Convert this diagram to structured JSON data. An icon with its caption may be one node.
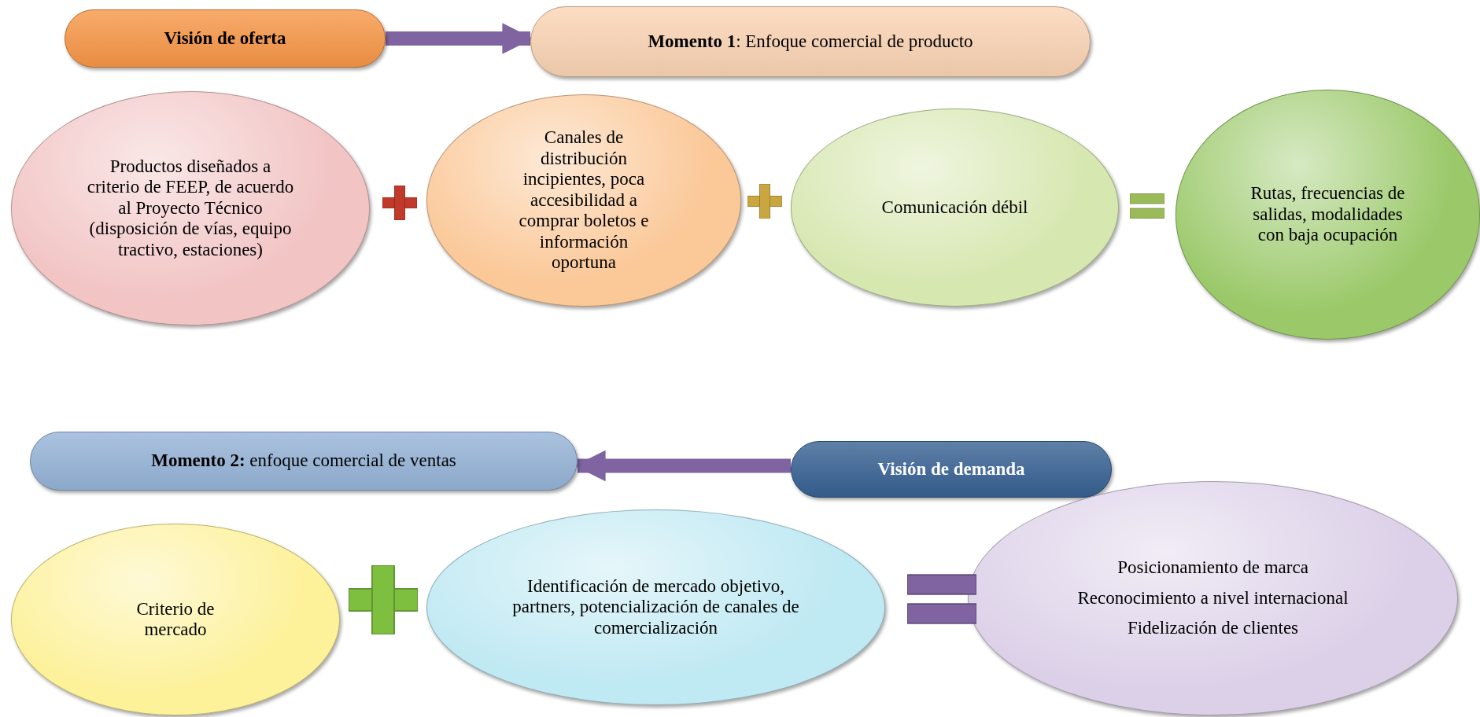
{
  "diagram": {
    "nodes": [
      {
        "text": [
          "Visión de oferta"
        ]
      },
      {
        "text": [
          "**Momento 1**: Enfoque comercial de producto"
        ]
      },
      {
        "text": [
          "Productos diseñados a criterio de FEEP, de acuerdo al Proyecto Técnico (disposición de vías, equipo tractivo, estaciones)"
        ]
      },
      {
        "text": [
          "Canales de distribución incipientes, poca accesibilidad a comprar boletos e información oportuna"
        ]
      },
      {
        "text": [
          "Comunicación débil"
        ]
      },
      {
        "text": [
          "Rutas, frecuencias de salidas, modalidades con baja ocupación"
        ]
      },
      {
        "text": [
          "**Momento 2:** enfoque comercial de ventas"
        ]
      },
      {
        "text": [
          "Visión de demanda"
        ]
      },
      {
        "text": [
          "Criterio de mercado"
        ]
      },
      {
        "text": [
          "Identificación de mercado objetivo, partners, potencialización de canales de comercialización"
        ]
      },
      {
        "text": [
          "Posicionamiento de marca",
          "Reconocimiento a nivel internacional",
          "Fidelización de clientes"
        ]
      }
    ],
    "edges": [
      {
        "from": 0,
        "to": 1,
        "arrow": "to"
      },
      {
        "from": 7,
        "to": 6,
        "arrow": "to"
      }
    ]
  }
}
